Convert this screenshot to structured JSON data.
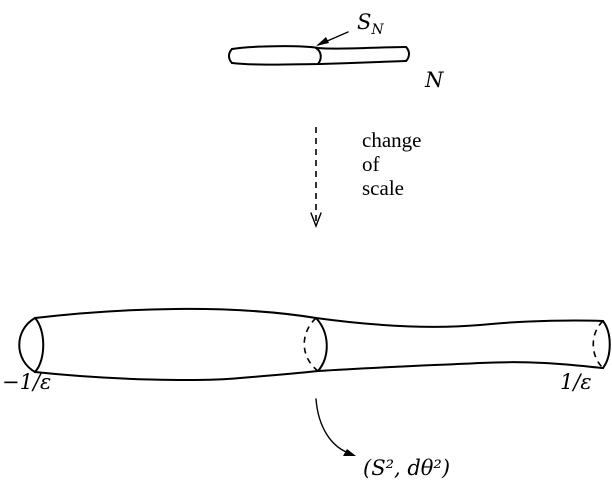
{
  "labels": {
    "sn_label": "S",
    "sn_sub": "N",
    "n_label": "N",
    "change_of_scale": [
      "change",
      "of",
      "scale"
    ],
    "left_end": "−1/ε",
    "right_end": "1/ε",
    "cross_section": "(S², dθ²)"
  }
}
